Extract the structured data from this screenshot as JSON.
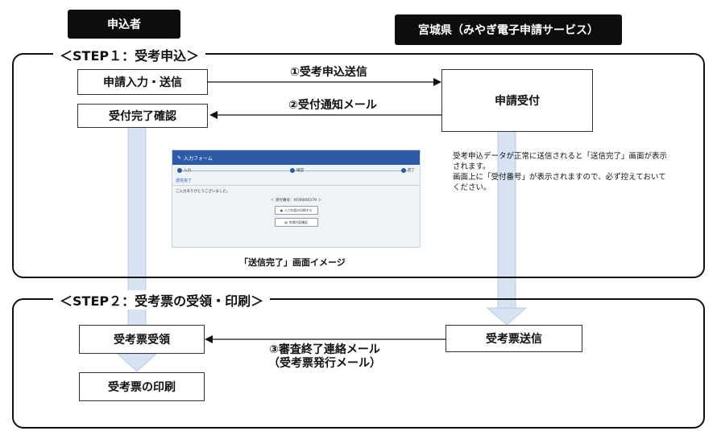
{
  "header": {
    "applicant": "申込者",
    "prefecture": "宮城県（みやぎ電子申請サービス）"
  },
  "step1": {
    "title": "＜STEP１：受考申込＞",
    "left_box_1": "申請入力・送信",
    "left_box_2": "受付完了確認",
    "right_box": "申請受付",
    "arrow_1": "①受考申込送信",
    "arrow_2": "②受付通知メール",
    "note": [
      "受考申込データが正常に送信されると「送信完了」画面が表示",
      "されます。",
      "画面上に「受付番号」が表示されますので、必ず控えておいて",
      "ください。"
    ],
    "caption": "「送信完了」画面イメージ"
  },
  "mini_screen": {
    "header": "入力フォーム",
    "step_1": "入力",
    "step_2": "確認",
    "step_3": "完了",
    "title": "送信完了",
    "message": "ご入力ありがとうございました。",
    "receipt": "＜ 受付番号：XF00000179 ＞",
    "button_1": "入力内容の印刷する",
    "button_2": "申請内容確認"
  },
  "step2": {
    "title": "＜STEP２：受考票の受領・印刷＞",
    "left_box_1": "受考票受領",
    "left_box_2": "受考票の印刷",
    "right_box": "受考票送信",
    "arrow_3_line1": "③審査終了連絡メール",
    "arrow_3_line2": "（受考票発行メール）"
  }
}
